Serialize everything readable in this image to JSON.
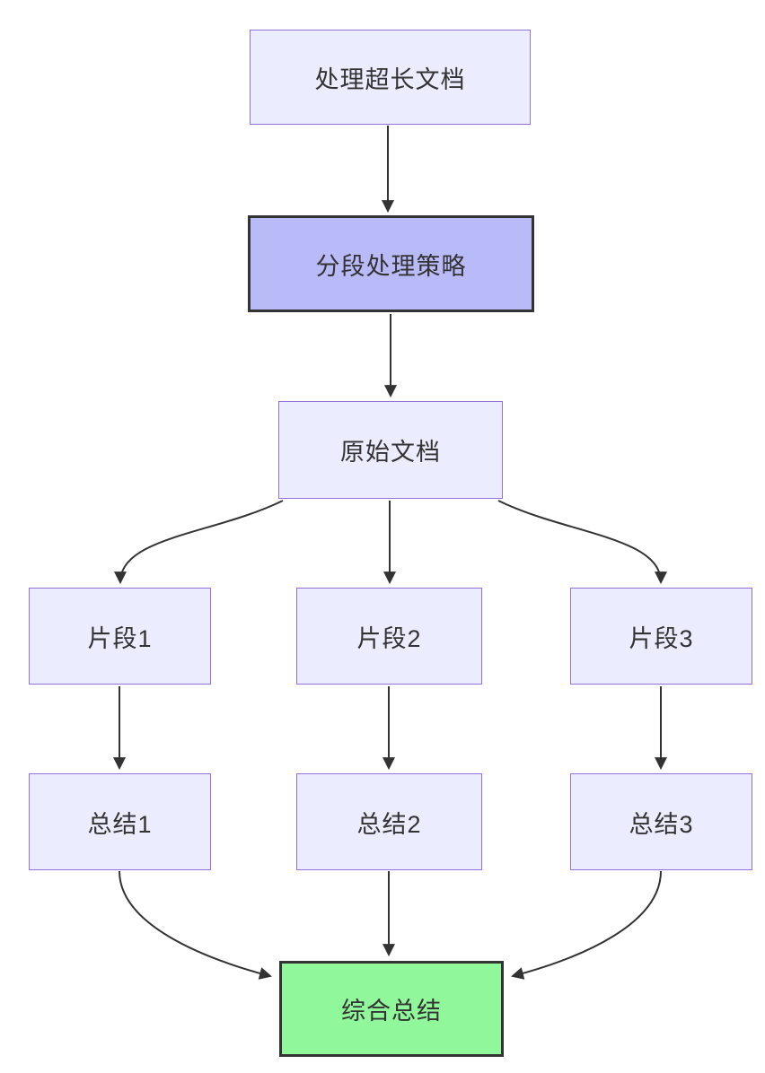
{
  "diagram": {
    "type": "flowchart",
    "direction": "top-down",
    "nodes": [
      {
        "id": "A",
        "label": "处理超长文档",
        "style": "default"
      },
      {
        "id": "B",
        "label": "分段处理策略",
        "style": "strategy"
      },
      {
        "id": "C",
        "label": "原始文档",
        "style": "default"
      },
      {
        "id": "D",
        "label": "片段1",
        "style": "default"
      },
      {
        "id": "E",
        "label": "片段2",
        "style": "default"
      },
      {
        "id": "F",
        "label": "片段3",
        "style": "default"
      },
      {
        "id": "G",
        "label": "总结1",
        "style": "default"
      },
      {
        "id": "H",
        "label": "总结2",
        "style": "default"
      },
      {
        "id": "I",
        "label": "总结3",
        "style": "default"
      },
      {
        "id": "J",
        "label": "综合总结",
        "style": "result"
      }
    ],
    "edges": [
      {
        "from": "处理超长文档",
        "to": "分段处理策略"
      },
      {
        "from": "分段处理策略",
        "to": "原始文档"
      },
      {
        "from": "原始文档",
        "to": "片段1"
      },
      {
        "from": "原始文档",
        "to": "片段2"
      },
      {
        "from": "原始文档",
        "to": "片段3"
      },
      {
        "from": "片段1",
        "to": "总结1"
      },
      {
        "from": "片段2",
        "to": "总结2"
      },
      {
        "from": "片段3",
        "to": "总结3"
      },
      {
        "from": "总结1",
        "to": "综合总结"
      },
      {
        "from": "总结2",
        "to": "综合总结"
      },
      {
        "from": "总结3",
        "to": "综合总结"
      }
    ],
    "colors": {
      "background": "#FFFFFF",
      "node_fill": "#ECECFF",
      "node_border": "#9370DB",
      "strategy_fill": "#B9BAF8",
      "strategy_border": "#333333",
      "result_fill": "#90F79B",
      "result_border": "#333333",
      "edge": "#333333",
      "text": "#333333"
    }
  }
}
